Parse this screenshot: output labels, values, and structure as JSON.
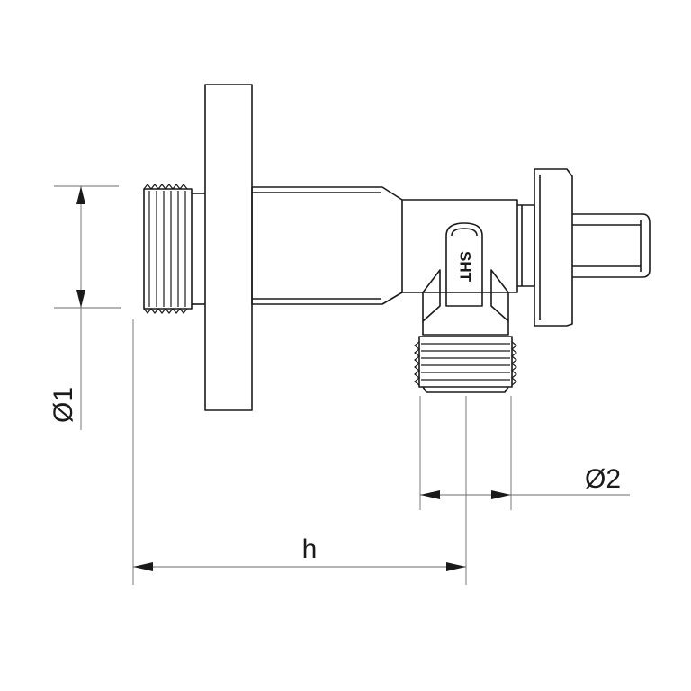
{
  "labels": {
    "dim_inlet": "Ø1",
    "dim_outlet": "Ø2",
    "dim_height": "h"
  },
  "logo": {
    "text": "SHT"
  },
  "colors": {
    "line": "#1a1a1a",
    "dimension_line": "#6b6b6b",
    "background": "#ffffff"
  }
}
